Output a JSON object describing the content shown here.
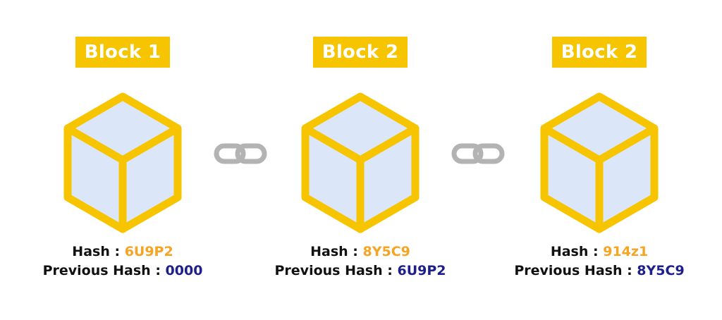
{
  "blocks": [
    {
      "label": "Block 1",
      "hash_label": "Hash : ",
      "hash": "6U9P2",
      "prev_label": "Previous Hash : ",
      "prev_hash": "0000"
    },
    {
      "label": "Block 2",
      "hash_label": "Hash : ",
      "hash": "8Y5C9",
      "prev_label": "Previous Hash : ",
      "prev_hash": "6U9P2"
    },
    {
      "label": "Block 2",
      "hash_label": "Hash : ",
      "hash": "914z1",
      "prev_label": "Previous Hash : ",
      "prev_hash": "8Y5C9"
    }
  ],
  "colors": {
    "label_bg": "#f7c500",
    "cube_stroke": "#f7c500",
    "cube_fill": "#dbe6f8",
    "hash_current": "#f5a423",
    "hash_previous": "#1c1f8c",
    "link": "#b3b3b3"
  },
  "icons": {
    "cube": "cube-icon",
    "link": "chain-link-icon"
  }
}
